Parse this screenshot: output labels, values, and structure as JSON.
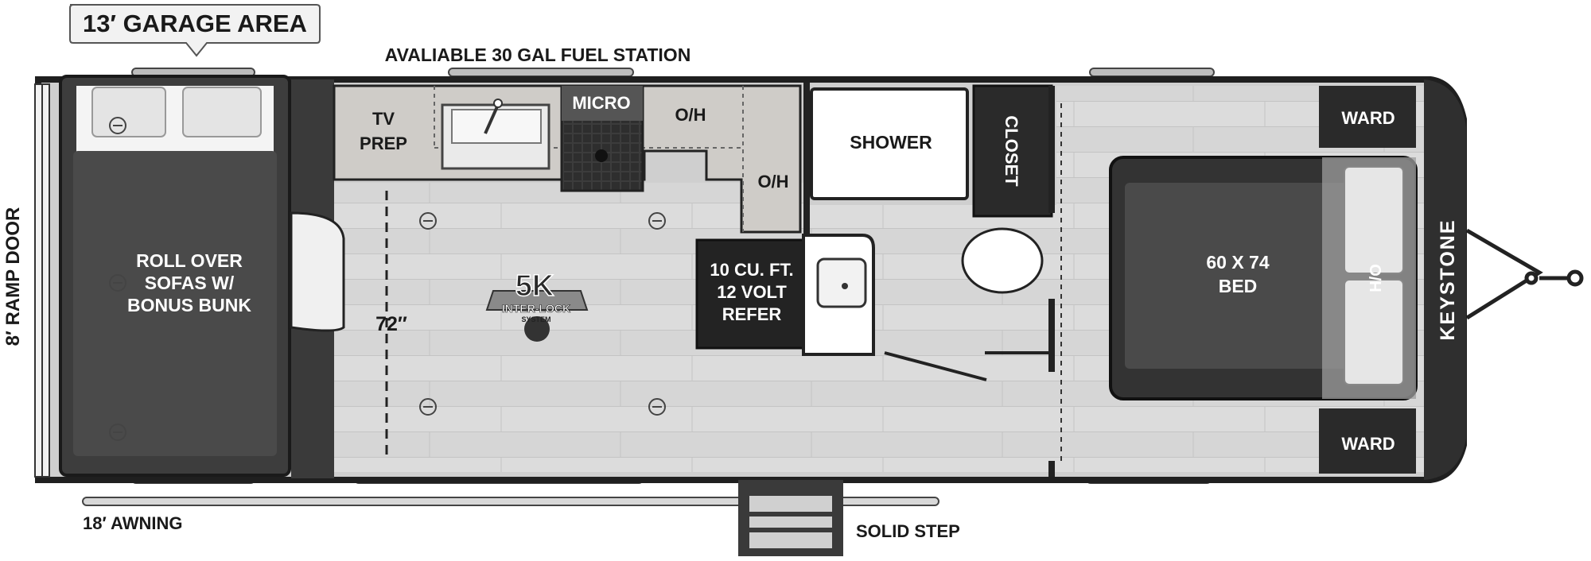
{
  "callouts": {
    "garage": "13′ GARAGE AREA",
    "fuel": "AVALIABLE 30 GAL FUEL STATION",
    "ramp_door": "8′ RAMP DOOR",
    "awning": "18′ AWNING",
    "step": "SOLID STEP"
  },
  "rooms": {
    "sofa_line1": "ROLL OVER",
    "sofa_line2": "SOFAS W/",
    "sofa_line3": "BONUS BUNK",
    "tv_line1": "TV",
    "tv_line2": "PREP",
    "micro": "MICRO",
    "oh_top": "O/H",
    "oh_side": "O/H",
    "refer_line1": "10 CU. FT.",
    "refer_line2": "12 VOLT",
    "refer_line3": "REFER",
    "shower": "SHOWER",
    "closet": "CLOSET",
    "bed_line1": "60 X 74",
    "bed_line2": "BED",
    "ho": "H/O",
    "ward_top": "WARD",
    "ward_bottom": "WARD",
    "ceiling": "72″"
  },
  "logo": {
    "big": "5K",
    "mid": "INTER-LOCK",
    "small": "SYSTEM"
  },
  "brand": "KEYSTONE",
  "colors": {
    "dark": "#3a3a3a",
    "darker": "#2a2a2a",
    "floor": "#d9d9d9",
    "counter": "#cfccc8",
    "wall": "#222222"
  }
}
